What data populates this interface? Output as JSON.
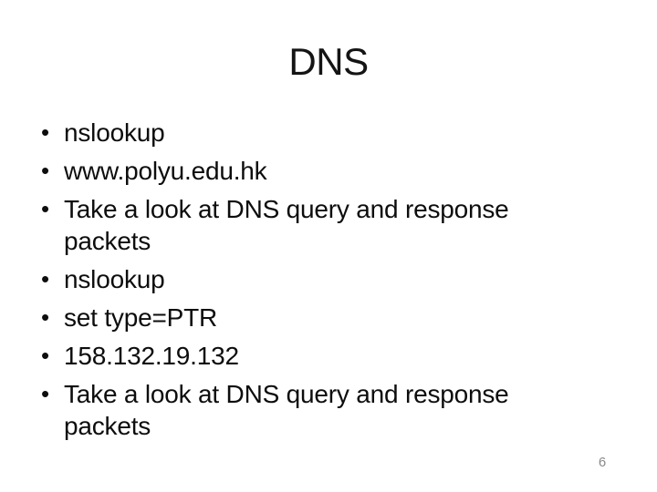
{
  "slide": {
    "title": "DNS",
    "bullet_marker": "•",
    "bullets": [
      {
        "text": "nslookup"
      },
      {
        "text": "www.polyu.edu.hk"
      },
      {
        "text": "Take a look at DNS query and response packets"
      },
      {
        "text": "nslookup"
      },
      {
        "text": "set type=PTR"
      },
      {
        "text": "158.132.19.132"
      },
      {
        "text": "Take a look at DNS query and response packets"
      }
    ],
    "page_number": "6",
    "colors": {
      "background": "#ffffff",
      "text": "#0d0d0d",
      "page_number": "#8a8a8a"
    }
  }
}
